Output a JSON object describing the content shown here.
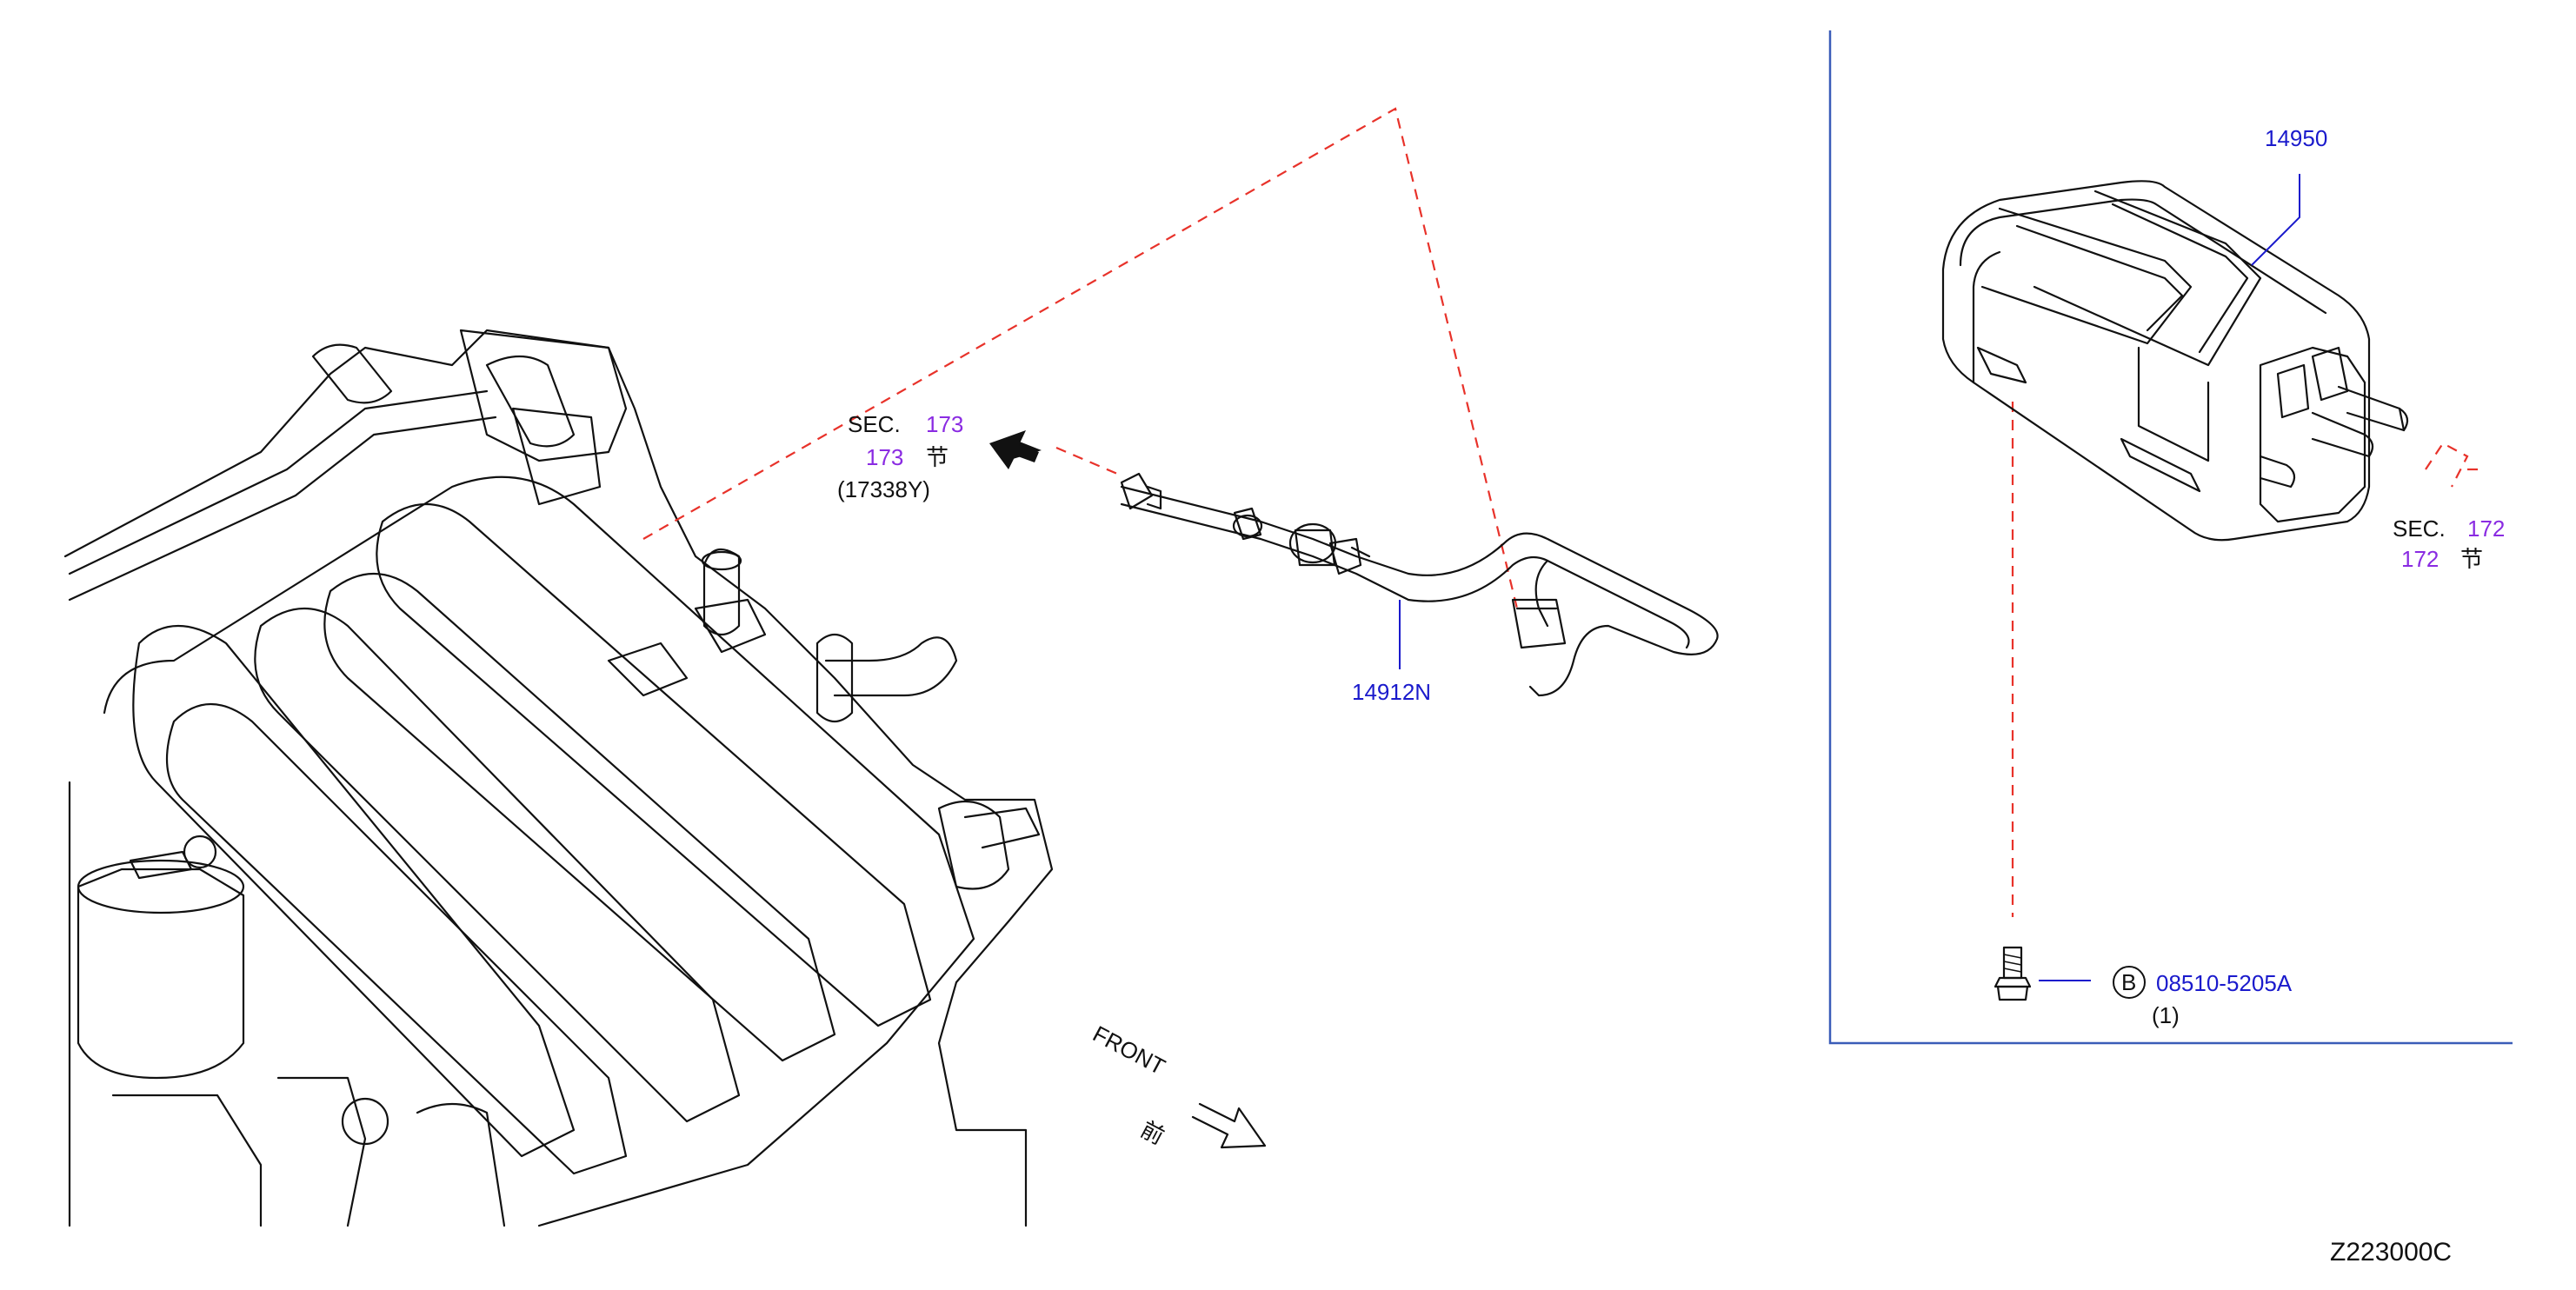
{
  "callouts": {
    "sec173": {
      "sec": "SEC.",
      "num": "173",
      "num2": "173",
      "kanji": "节",
      "sub": "(17338Y)"
    },
    "tube_part": "14912N",
    "canister_part": "14950",
    "sec172": {
      "sec": "SEC.",
      "num": "172",
      "num2": "172",
      "kanji": "节"
    },
    "bolt": {
      "circle_letter": "B",
      "part": "08510-5205A",
      "qty": "(1)"
    }
  },
  "front_marker": {
    "text": "FRONT",
    "kanji": "前"
  },
  "diagram_code": "Z223000C",
  "colors": {
    "part_number": "#1a1acc",
    "section_number": "#8a2be2",
    "dashed_line": "#e8322a",
    "frame": "#3a5cb8"
  }
}
